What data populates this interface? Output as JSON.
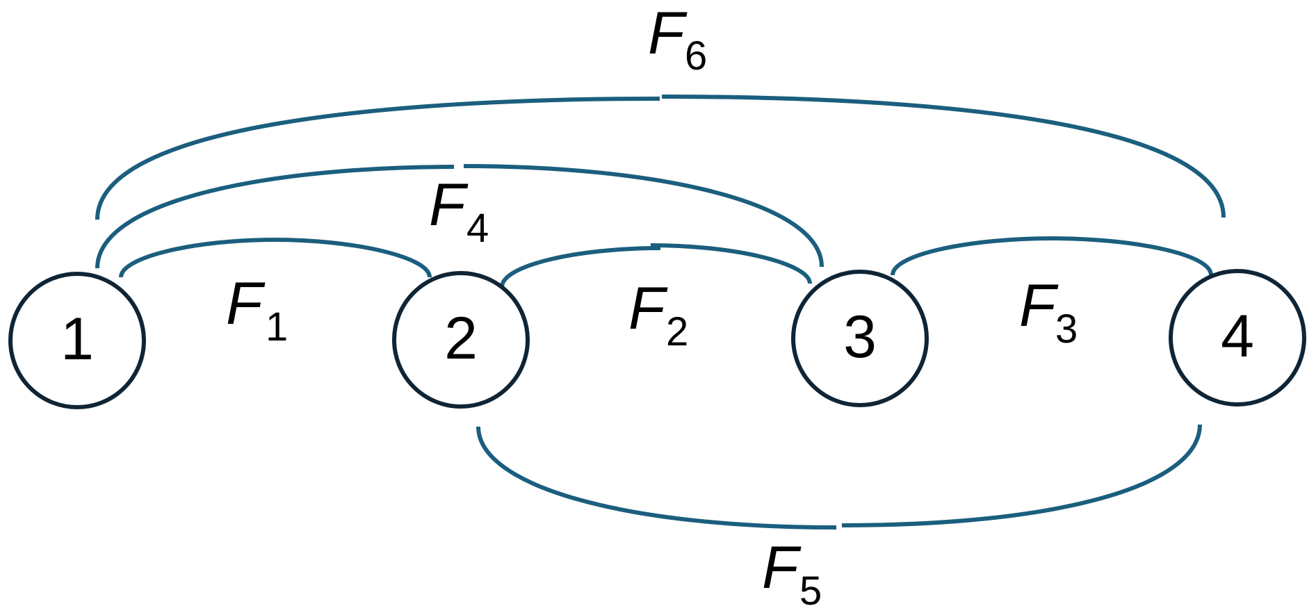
{
  "nodes": [
    {
      "id": "1",
      "label": "1"
    },
    {
      "id": "2",
      "label": "2"
    },
    {
      "id": "3",
      "label": "3"
    },
    {
      "id": "4",
      "label": "4"
    }
  ],
  "forces": [
    {
      "id": "F1",
      "letter": "F",
      "sub": "1",
      "connects": [
        "1",
        "2"
      ]
    },
    {
      "id": "F2",
      "letter": "F",
      "sub": "2",
      "connects": [
        "2",
        "3"
      ]
    },
    {
      "id": "F3",
      "letter": "F",
      "sub": "3",
      "connects": [
        "3",
        "4"
      ]
    },
    {
      "id": "F4",
      "letter": "F",
      "sub": "4",
      "connects": [
        "1",
        "3"
      ]
    },
    {
      "id": "F5",
      "letter": "F",
      "sub": "5",
      "connects": [
        "2",
        "4"
      ]
    },
    {
      "id": "F6",
      "letter": "F",
      "sub": "6",
      "connects": [
        "1",
        "4"
      ]
    }
  ],
  "colors": {
    "node_stroke": "#0f2536",
    "arc_stroke": "#1b5e7e",
    "text": "#000000"
  }
}
